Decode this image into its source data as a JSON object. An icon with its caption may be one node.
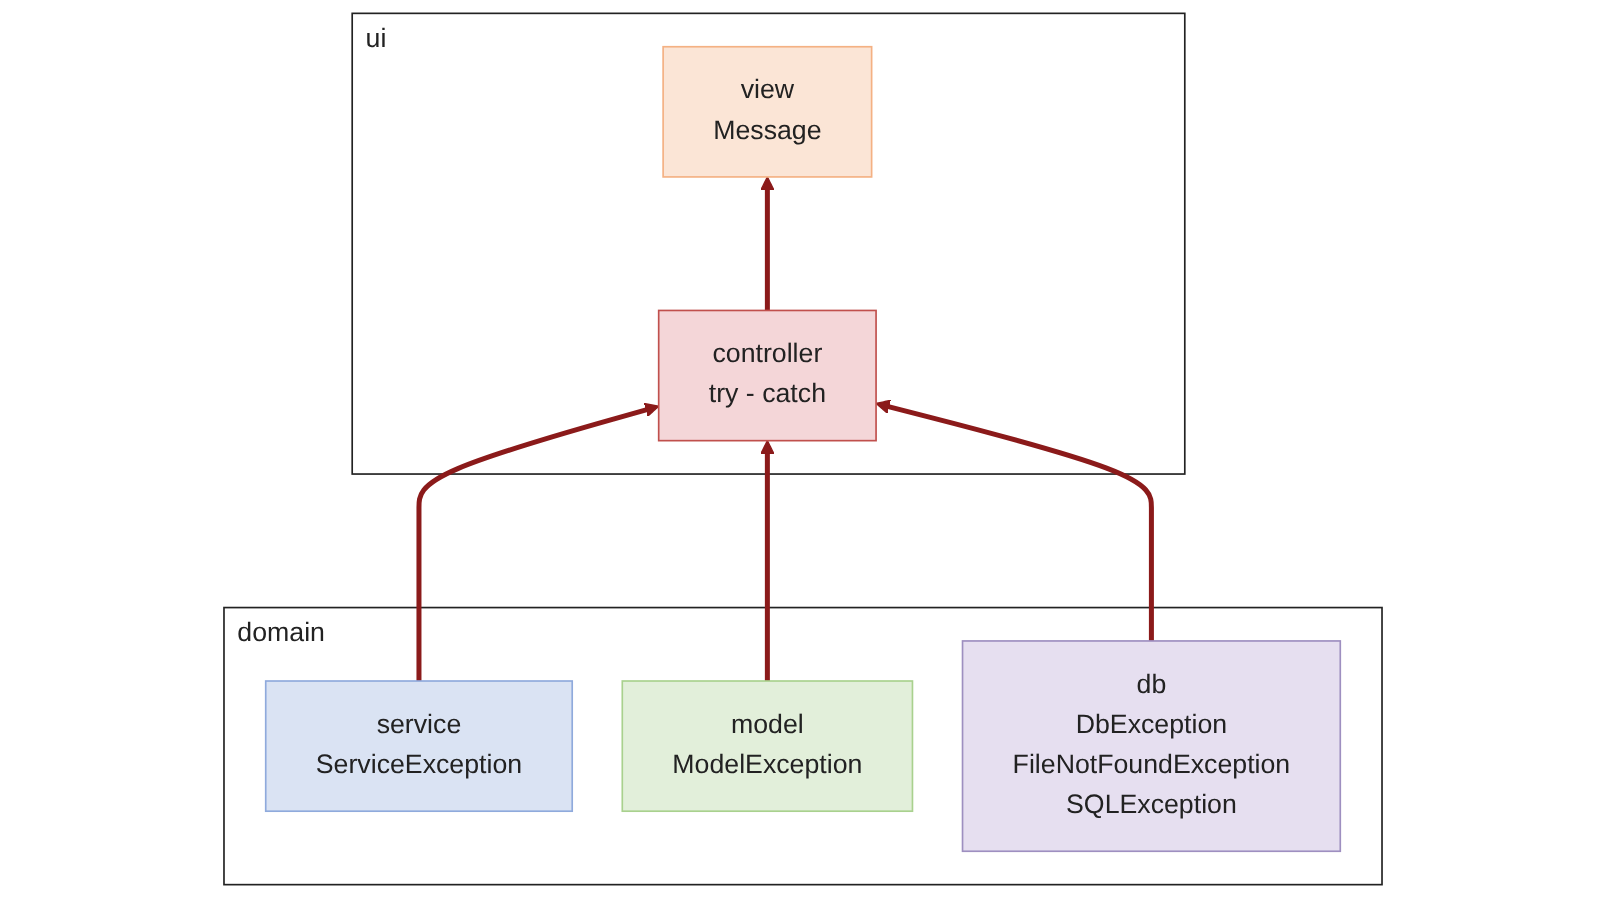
{
  "diagram": {
    "nodes": [
      {
        "text": [
          "ui"
        ]
      },
      {
        "text": [
          "view",
          "Message"
        ],
        "in": 0
      },
      {
        "text": [
          "controller",
          "try - catch"
        ],
        "in": 0
      },
      {
        "text": [
          "domain"
        ]
      },
      {
        "text": [
          "service",
          "ServiceException"
        ],
        "in": 3
      },
      {
        "text": [
          "model",
          "ModelException"
        ],
        "in": 3
      },
      {
        "text": [
          "db",
          "DbException",
          "FileNotFoundException",
          "SQLException"
        ],
        "in": 3
      }
    ],
    "edges": [
      {
        "from": 2,
        "to": 1,
        "arrow": "to"
      },
      {
        "from": 4,
        "to": 2,
        "arrow": "to"
      },
      {
        "from": 5,
        "to": 2,
        "arrow": "to"
      },
      {
        "from": 6,
        "to": 2,
        "arrow": "to"
      }
    ]
  }
}
